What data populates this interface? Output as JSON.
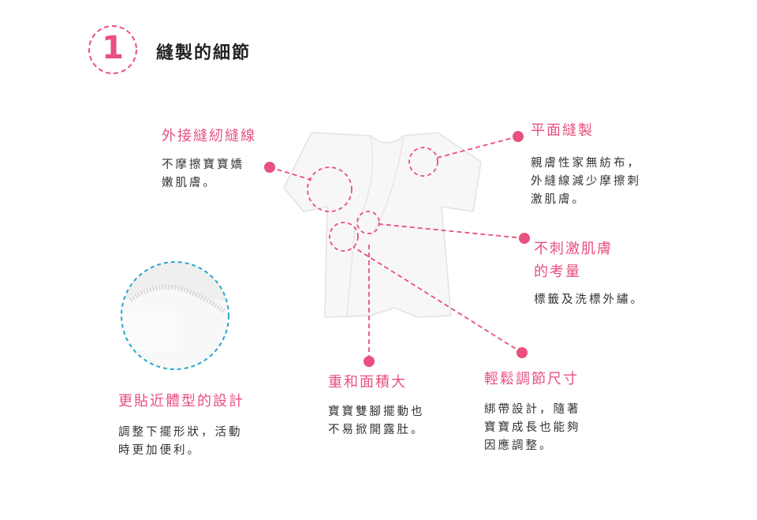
{
  "section": {
    "number": "1",
    "title": "縫製的細節"
  },
  "callouts": [
    {
      "id": "outer-seam",
      "heading": "外接縫紉縫線",
      "lines": [
        "不摩擦寶寶嬌",
        "嫩肌膚。"
      ]
    },
    {
      "id": "flat-sewing",
      "heading": "平面縫製",
      "lines": [
        "親膚性家無紡布，",
        "外縫線減少摩擦刺",
        "激肌膚。"
      ]
    },
    {
      "id": "non-irritating",
      "heading_lines": [
        "不刺激肌膚",
        "的考量"
      ],
      "lines": [
        "標籤及洗標外繡。"
      ]
    },
    {
      "id": "adjustable",
      "heading": "輕鬆調節尺寸",
      "lines": [
        "綁帶設計，隨著",
        "寶寶成長也能夠",
        "因應調整。"
      ]
    },
    {
      "id": "large-overlap",
      "heading": "重和面積大",
      "lines": [
        "寶寶雙腳擺動也",
        "不易掀開露肚。"
      ]
    },
    {
      "id": "body-fit",
      "heading": "更貼近體型的設計",
      "lines": [
        "調整下擺形狀，活動",
        "時更加便利。"
      ]
    }
  ],
  "colors": {
    "accent": "#e8507d",
    "photo_ring": "#2aa7c9",
    "text": "#333333"
  }
}
